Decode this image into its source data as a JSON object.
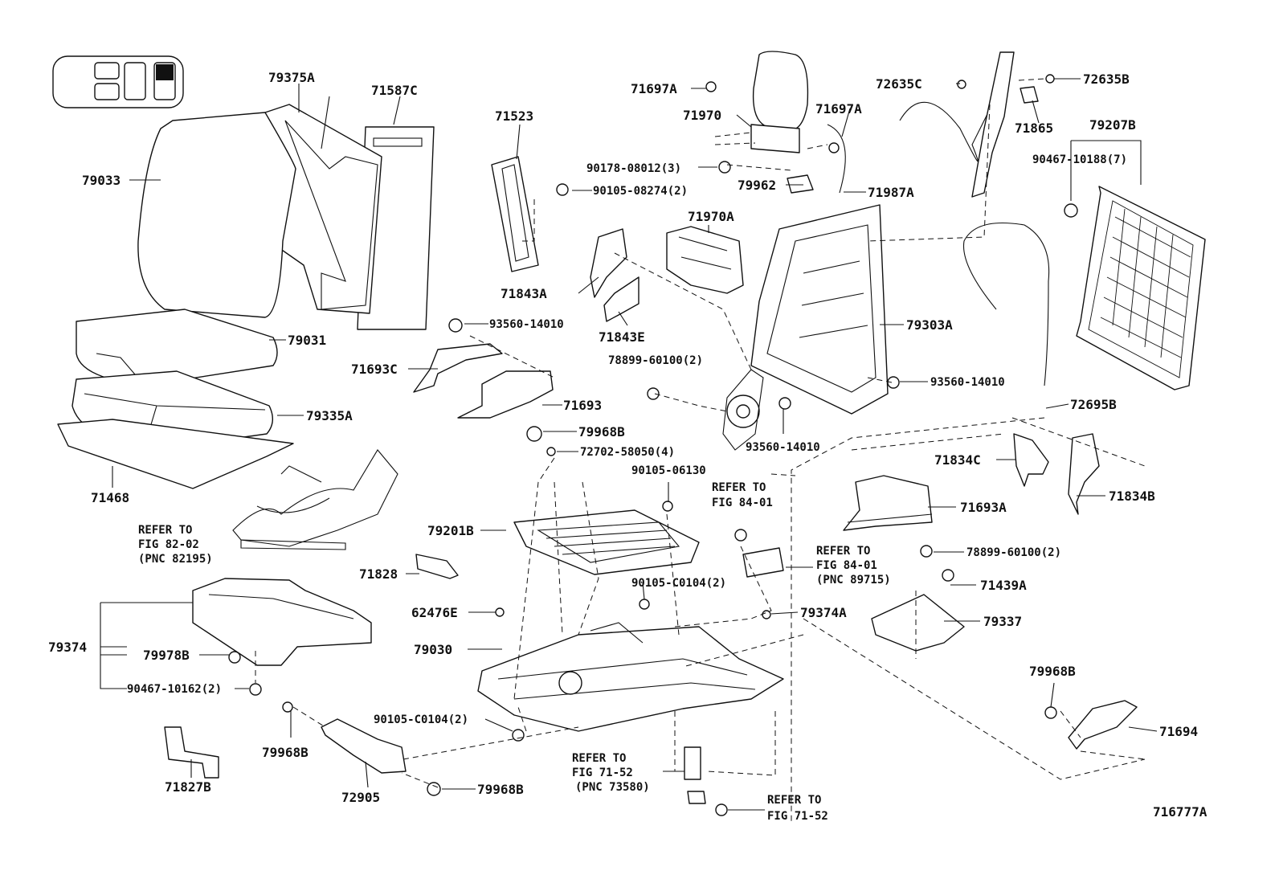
{
  "diagram_id": "716777A",
  "parts": {
    "p79375A": "79375A",
    "p71587C": "71587C",
    "p79033": "79033",
    "p79031": "79031",
    "p79335A": "79335A",
    "p71468": "71468",
    "p71523": "71523",
    "p90105_08274": "90105-08274(2)",
    "p71843A": "71843A",
    "p71843E": "71843E",
    "p93560_14010_a": "93560-14010",
    "p71693C": "71693C",
    "p71693": "71693",
    "p79968B_a": "79968B",
    "p72702_58050": "72702-58050(4)",
    "p71697A_a": "71697A",
    "p71970": "71970",
    "p71697A_b": "71697A",
    "p90178_08012": "90178-08012(3)",
    "p79962": "79962",
    "p71987A": "71987A",
    "p71970A": "71970A",
    "p78899_60100_a": "78899-60100(2)",
    "p72635C": "72635C",
    "p72635B": "72635B",
    "p71865": "71865",
    "p79207B": "79207B",
    "p90467_10188": "90467-10188(7)",
    "p79303A": "79303A",
    "p93560_14010_b": "93560-14010",
    "p93560_14010_c": "93560-14010",
    "p72695B": "72695B",
    "p71834C": "71834C",
    "p71834B": "71834B",
    "p71693A": "71693A",
    "p78899_60100_b": "78899-60100(2)",
    "p90105_06130": "90105-06130",
    "p79201B": "79201B",
    "p71828": "71828",
    "p90105_C0104_a": "90105-C0104(2)",
    "p62476E": "62476E",
    "p79374A": "79374A",
    "p79030": "79030",
    "p71439A": "71439A",
    "p79337": "79337",
    "p79374": "79374",
    "p79978B": "79978B",
    "p90467_10162": "90467-10162(2)",
    "p90105_C0104_b": "90105-C0104(2)",
    "p79968B_b": "79968B",
    "p79968B_c": "79968B",
    "p71827B": "71827B",
    "p72905": "72905",
    "p79968B_d": "79968B",
    "p71694": "71694"
  },
  "references": {
    "fig82_02": {
      "line1": "REFER TO",
      "line2": "FIG 82-02",
      "line3": "(PNC 82195)"
    },
    "fig84_01_a": {
      "line1": "REFER TO",
      "line2": "FIG 84-01"
    },
    "fig84_01_b": {
      "line1": "REFER TO",
      "line2": "FIG 84-01",
      "line3": "(PNC 89715)"
    },
    "fig71_52_a": {
      "line1": "REFER TO",
      "line2": "FIG 71-52",
      "line3": "(PNC 73580)"
    },
    "fig71_52_b": {
      "line1": "REFER TO",
      "line2": "FIG 71-52"
    }
  }
}
